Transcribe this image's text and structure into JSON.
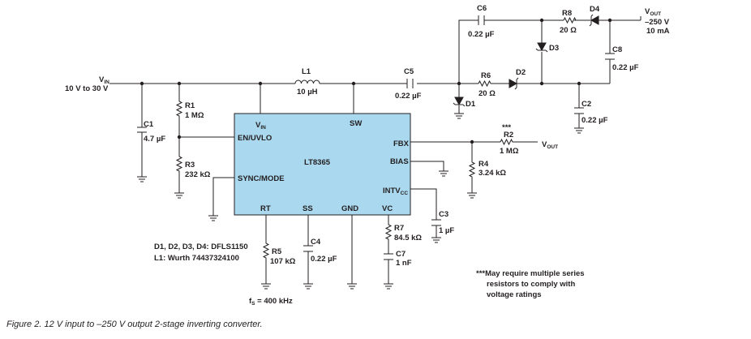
{
  "caption": "Figure 2. 12 V input to –250 V output 2-stage inverting converter.",
  "colors": {
    "ink": "#231f20",
    "ic_fill": "#a9d8ef"
  },
  "input": {
    "v": "V",
    "sub": "IN",
    "range": "10 V to 30 V"
  },
  "output": {
    "v": "V",
    "sub": "OUT",
    "voltage": "–250 V",
    "current": "10 mA"
  },
  "vout_net": {
    "v": "V",
    "sub": "OUT"
  },
  "ic": {
    "name": "LT8365",
    "pins": {
      "vin": {
        "main": "V",
        "sub": "IN"
      },
      "sw": "SW",
      "en": "EN/UVLO",
      "fbx": "FBX",
      "bias": "BIAS",
      "intvcc": {
        "main": "INTV",
        "sub": "CC"
      },
      "sync": "SYNC/MODE",
      "rt": "RT",
      "ss": "SS",
      "gnd": "GND",
      "vc": "VC"
    }
  },
  "components": {
    "C1": {
      "ref": "C1",
      "value": "4.7 µF"
    },
    "R1": {
      "ref": "R1",
      "value": "1 MΩ"
    },
    "R3": {
      "ref": "R3",
      "value": "232 kΩ"
    },
    "L1": {
      "ref": "L1",
      "value": "10 µH"
    },
    "C5": {
      "ref": "C5",
      "value": "0.22 µF"
    },
    "C6": {
      "ref": "C6",
      "value": "0.22 µF"
    },
    "R8": {
      "ref": "R8",
      "value": "20 Ω"
    },
    "D4": {
      "ref": "D4"
    },
    "D3": {
      "ref": "D3"
    },
    "C8": {
      "ref": "C8",
      "value": "0.22 µF"
    },
    "R6": {
      "ref": "R6",
      "value": "20 Ω"
    },
    "D2": {
      "ref": "D2"
    },
    "D1": {
      "ref": "D1"
    },
    "C2": {
      "ref": "C2",
      "value": "0.22 µF"
    },
    "R2": {
      "ref": "R2",
      "value": "1 MΩ",
      "mark": "***"
    },
    "R4": {
      "ref": "R4",
      "value": "3.24 kΩ"
    },
    "C3": {
      "ref": "C3",
      "value": "1 µF"
    },
    "R7": {
      "ref": "R7",
      "value": "84.5 kΩ"
    },
    "C7": {
      "ref": "C7",
      "value": "1 nF"
    },
    "R5": {
      "ref": "R5",
      "value": "107 kΩ"
    },
    "C4": {
      "ref": "C4",
      "value": "0.22 µF"
    }
  },
  "notes": {
    "diodes": "D1, D2, D3, D4: DFLS1150",
    "inductor": "L1: Wurth 74437324100",
    "fs": {
      "f": "f",
      "sub": "S",
      "value": " = 400 kHz"
    },
    "footnote": [
      "***May require multiple series",
      "resistors to comply with",
      "voltage ratings"
    ]
  }
}
